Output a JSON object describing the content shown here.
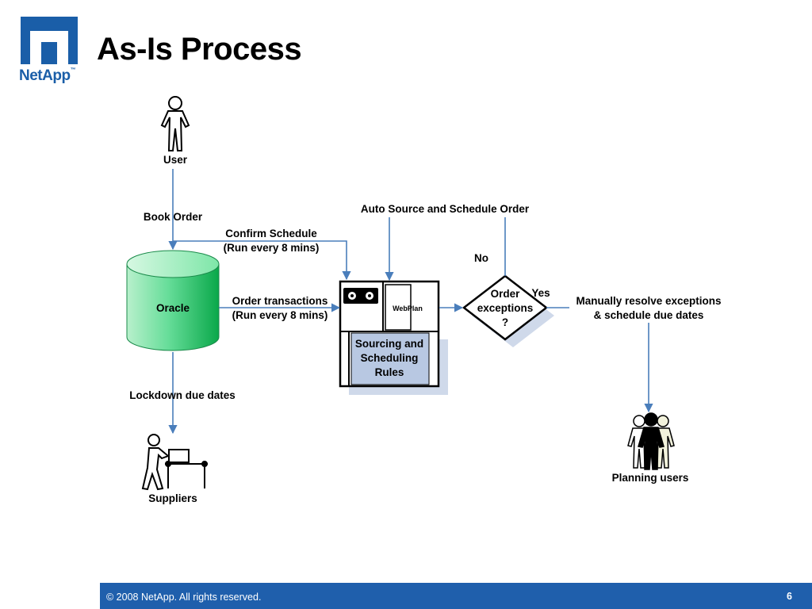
{
  "title": "As-Is Process",
  "logo": {
    "brand": "NetApp",
    "trademark": "™"
  },
  "diagram": {
    "nodes": {
      "user": "User",
      "oracle": "Oracle",
      "suppliers": "Suppliers",
      "webplan": "WebPlan",
      "sourcing_rules": [
        "Sourcing and",
        "Scheduling",
        "Rules"
      ],
      "decision": [
        "Order",
        "exceptions",
        "?"
      ],
      "planning_users": "Planning users"
    },
    "edges": {
      "book_order": "Book Order",
      "confirm_schedule": [
        "Confirm Schedule",
        "(Run every 8 mins)"
      ],
      "order_transactions": [
        "Order transactions",
        "(Run every 8 mins)"
      ],
      "lockdown": "Lockdown due dates",
      "auto_source": "Auto Source and Schedule Order",
      "no": "No",
      "yes": "Yes",
      "manually_resolve": [
        "Manually resolve exceptions",
        "& schedule due dates"
      ]
    }
  },
  "footer": {
    "copyright": "© 2008 NetApp.  All rights reserved.",
    "page": "6"
  },
  "colors": {
    "brand_blue": "#1a5ea8",
    "footer_blue": "#1f5fac",
    "arrow": "#4a7ebb",
    "db_green": "#33cc66"
  }
}
